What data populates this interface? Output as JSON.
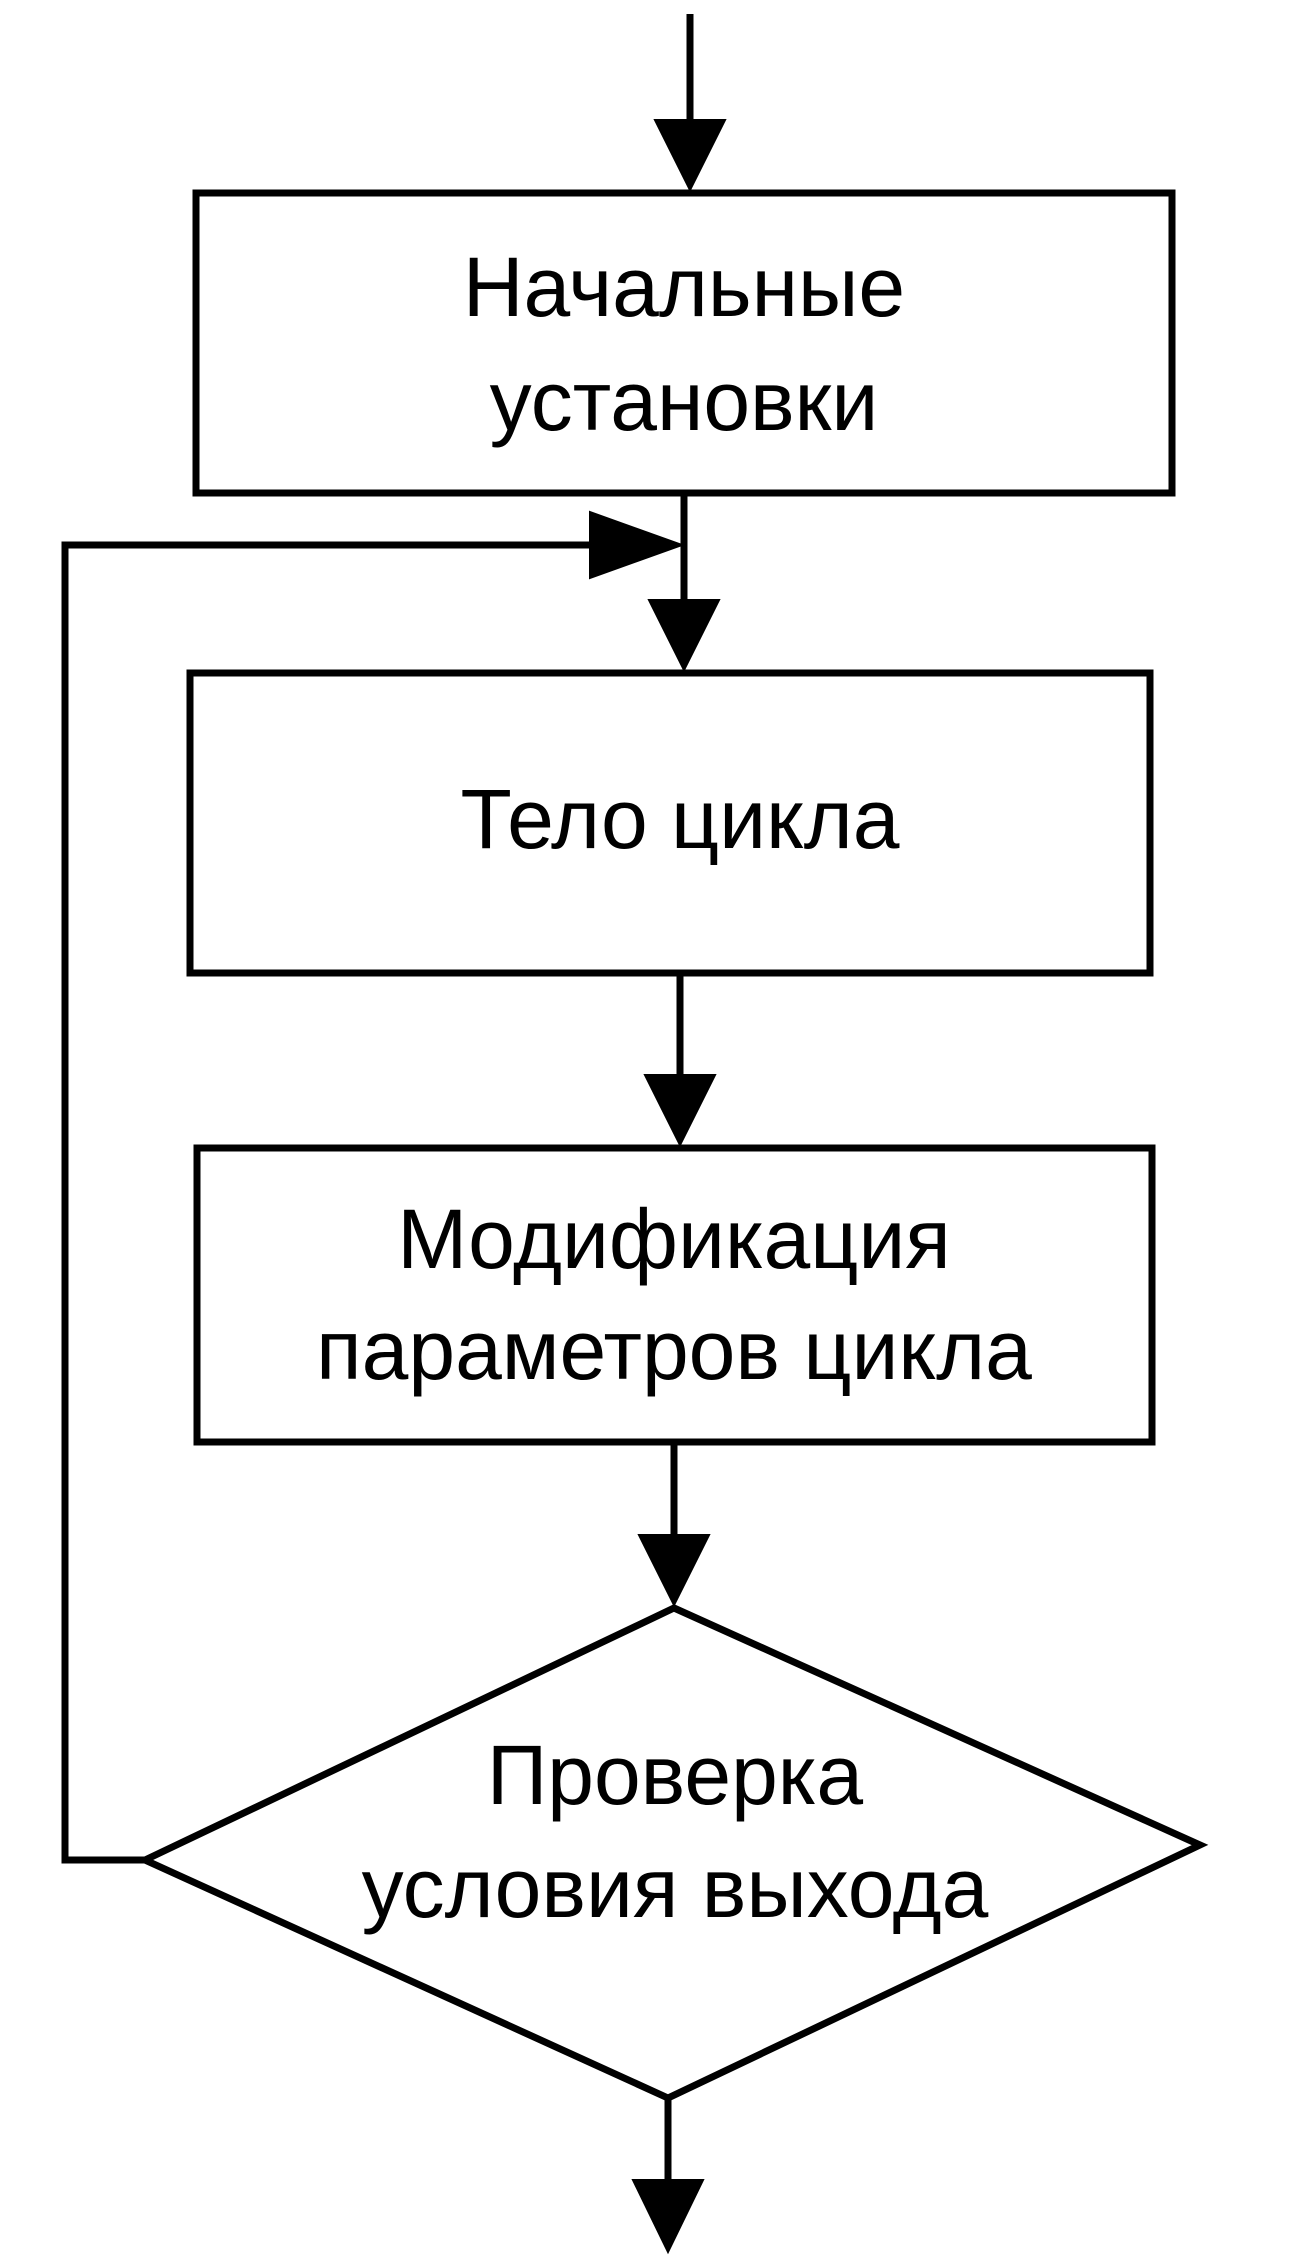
{
  "flowchart": {
    "colors": {
      "stroke": "#000000",
      "background": "#ffffff"
    },
    "blocks": {
      "init": {
        "line1": "Начальные",
        "line2": "установки"
      },
      "body": {
        "line1": "Тело цикла"
      },
      "modify": {
        "line1": "Модификация",
        "line2": "параметров цикла"
      },
      "check": {
        "line1": "Проверка",
        "line2": "условия выхода"
      }
    }
  }
}
